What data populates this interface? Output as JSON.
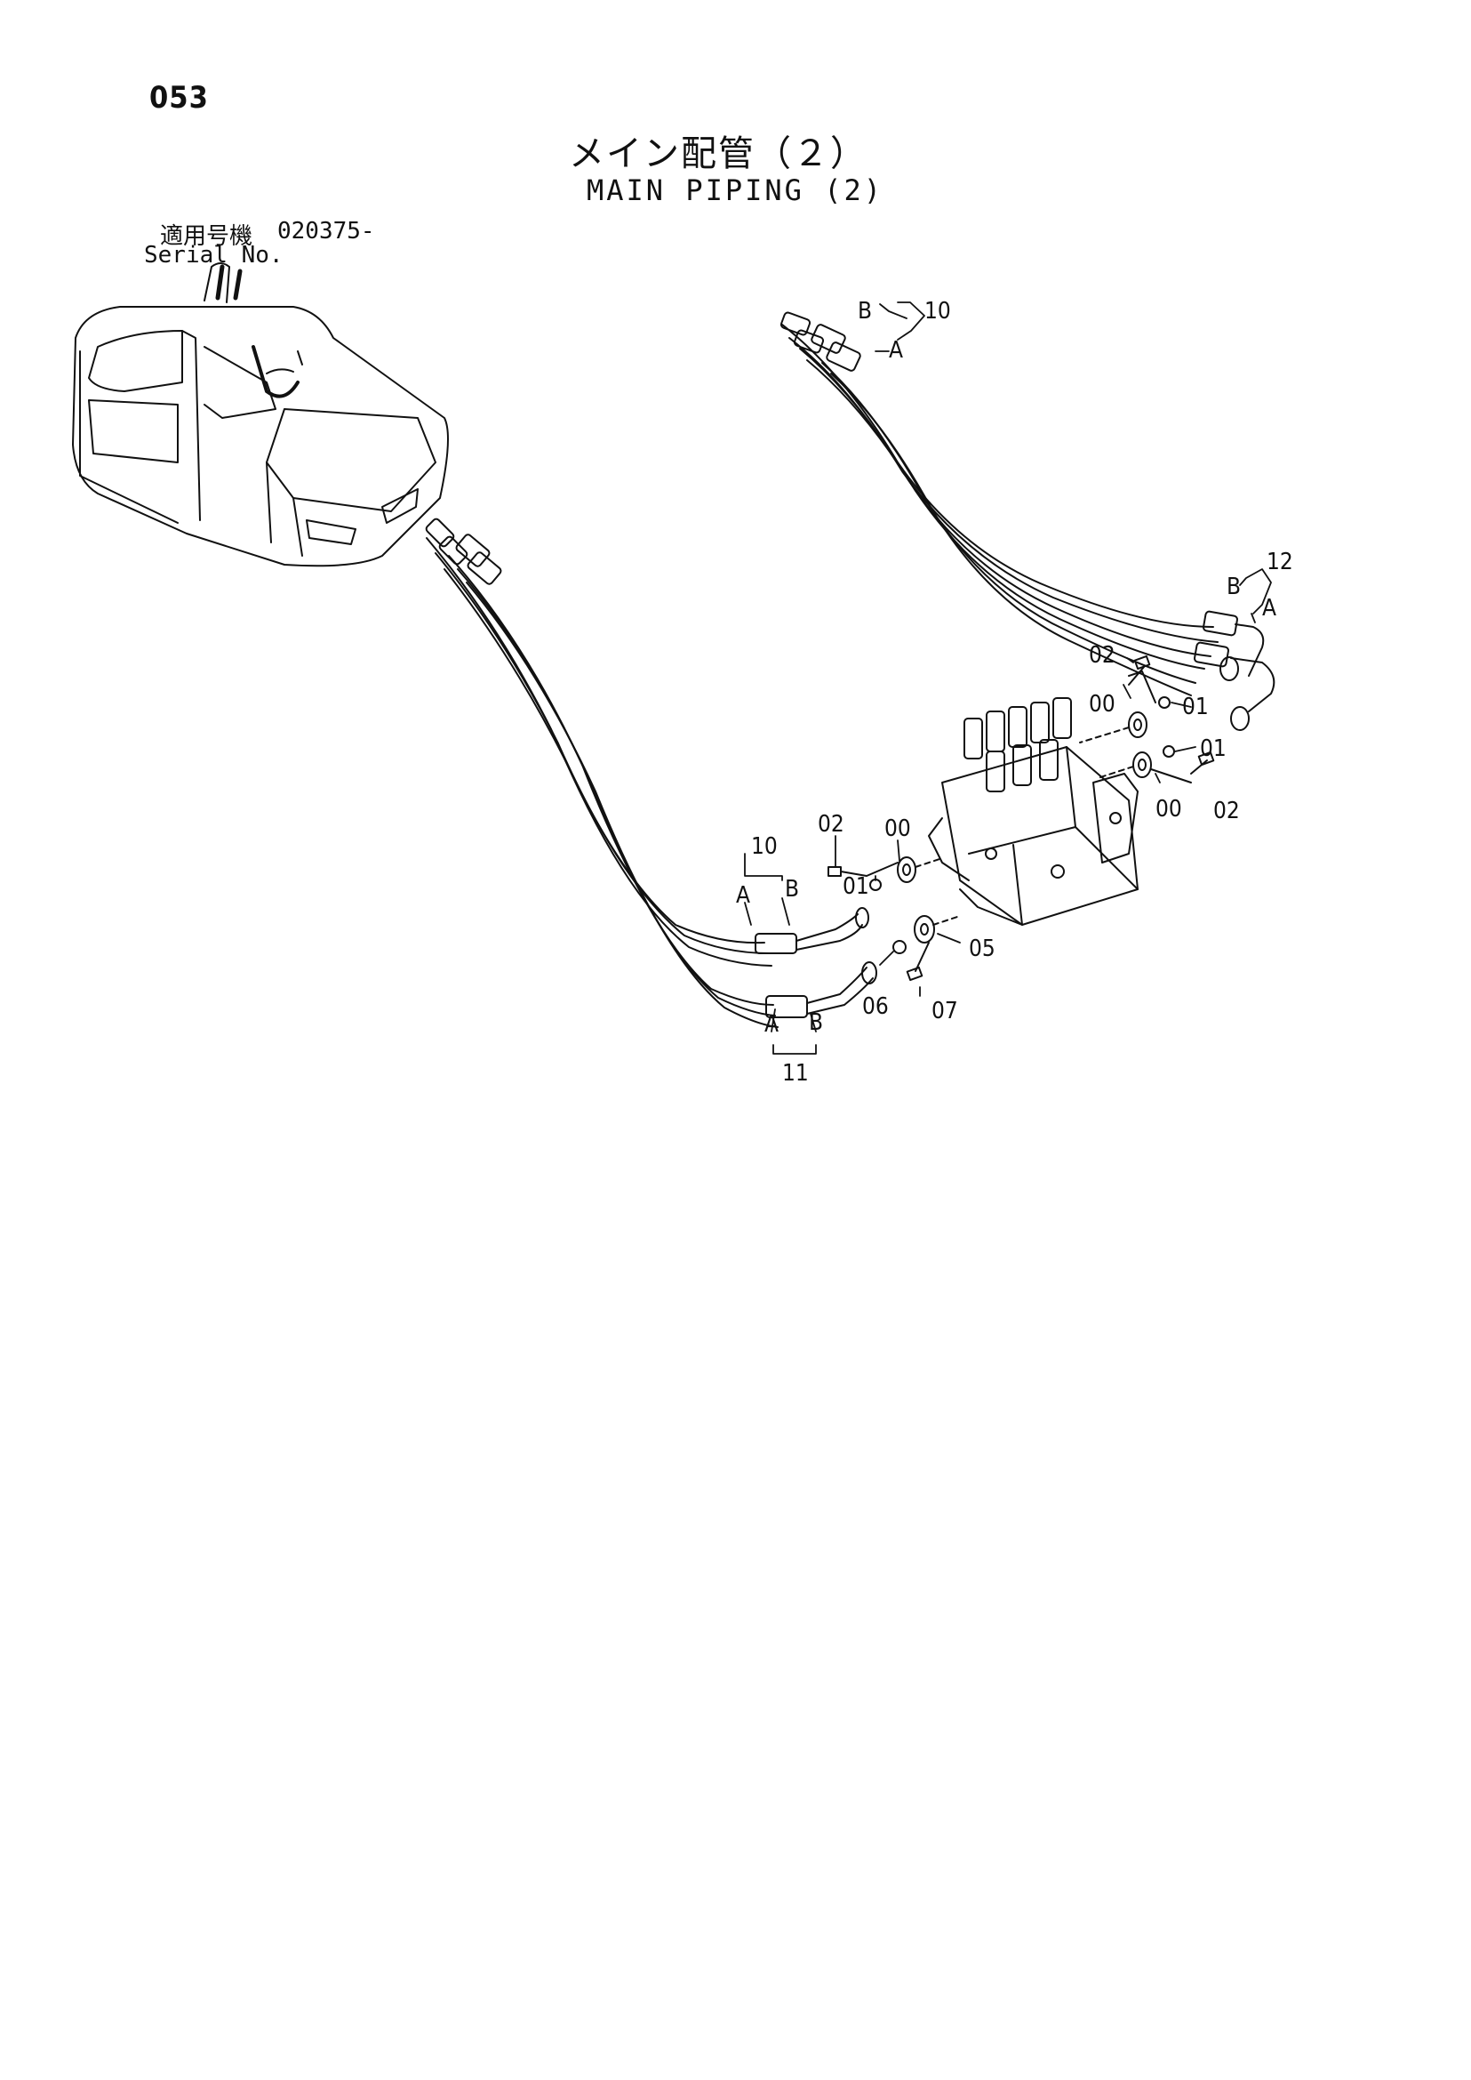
{
  "page_number": "053",
  "title_ja": "メイン配管（２）",
  "title_en": "MAIN PIPING (2)",
  "serial_label_ja": "適用号機",
  "serial_label_en": "Serial No.",
  "serial_value": "020375-",
  "callouts": {
    "group_10_top": "10",
    "group_12": "12",
    "group_10_left": "10",
    "group_11": "11",
    "hose_a": "A",
    "hose_b": "B",
    "part_00": "00",
    "part_01": "01",
    "part_02": "02",
    "part_05": "05",
    "part_06": "06",
    "part_07": "07"
  }
}
